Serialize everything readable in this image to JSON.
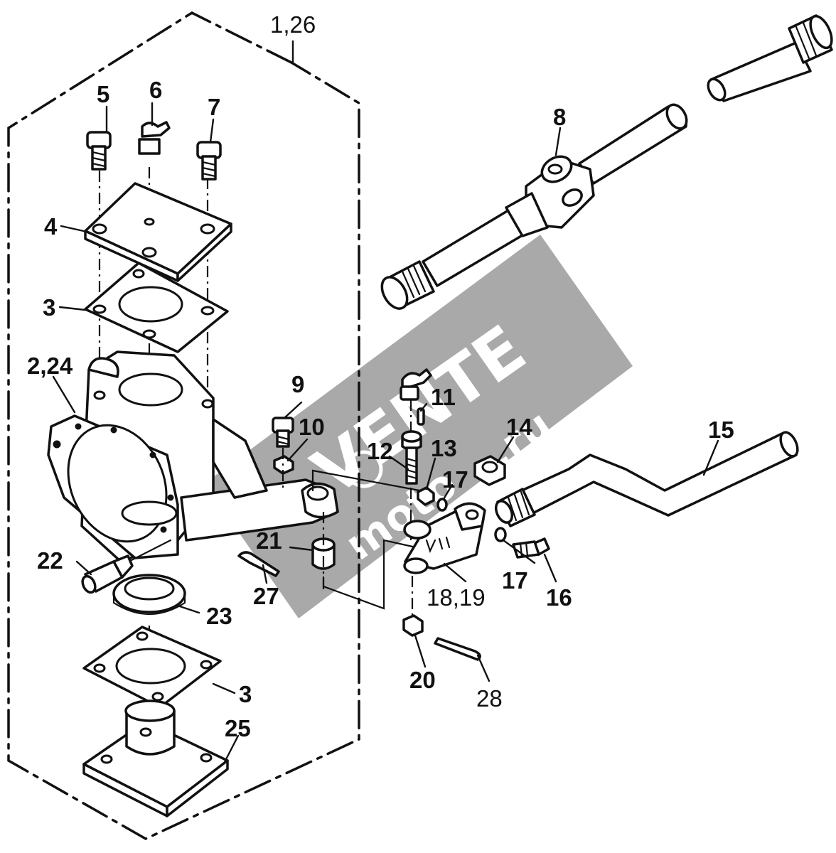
{
  "watermark": {
    "brand_top": "VENTE",
    "brand_bottom": "moto",
    "domain_suffix": ".ru",
    "color": "#9a9a9a"
  },
  "callouts": {
    "c1_26": "1,26",
    "c2_24": "2,24",
    "c3_upper": "3",
    "c3_lower": "3",
    "c4": "4",
    "c5": "5",
    "c6": "6",
    "c7": "7",
    "c8": "8",
    "c9": "9",
    "c10": "10",
    "c11": "11",
    "c12": "12",
    "c13": "13",
    "c14": "14",
    "c15": "15",
    "c16": "16",
    "c17_upper": "17",
    "c17_lower": "17",
    "c18_19": "18,19",
    "c20": "20",
    "c21": "21",
    "c22": "22",
    "c23": "23",
    "c25": "25",
    "c27": "27",
    "c28": "28"
  }
}
